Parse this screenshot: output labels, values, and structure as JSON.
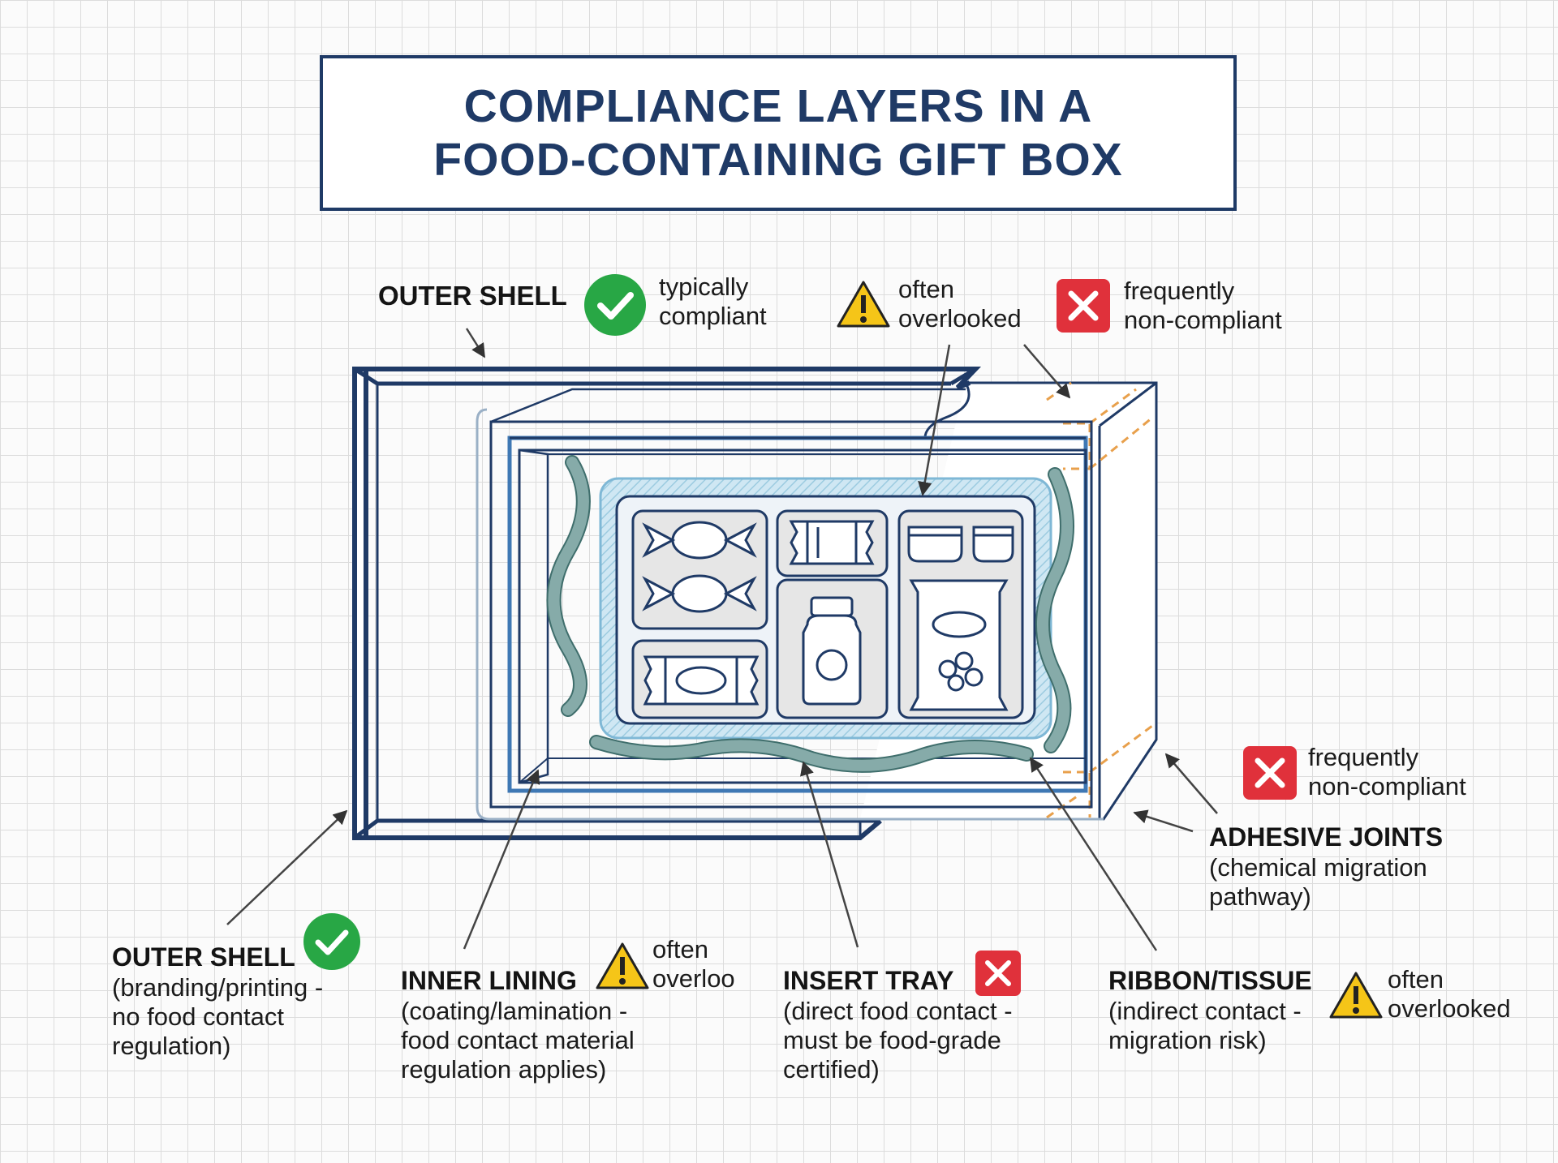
{
  "title": "COMPLIANCE LAYERS IN A\nFOOD-CONTAINING GIFT BOX",
  "legend": {
    "outer_shell_label": "OUTER SHELL",
    "compliant_text": "typically\ncompliant",
    "overlooked_text": "often\noverlooked",
    "noncompliant_text": "frequently\nnon-compliant"
  },
  "callouts": {
    "outer_shell": {
      "heading": "OUTER SHELL",
      "description": "(branding/printing -\nno food contact\nregulation)",
      "status_icon": "check-icon"
    },
    "inner_lining": {
      "heading": "INNER LINING",
      "description": "(coating/lamination -\nfood contact material\nregulation applies)",
      "status_text": "often\noverloo",
      "status_icon": "warning-icon"
    },
    "insert_tray": {
      "heading": "INSERT TRAY",
      "description": "(direct food contact -\nmust be food-grade\ncertified)",
      "status_icon": "cross-icon"
    },
    "ribbon_tissue": {
      "heading": "RIBBON/TISSUE",
      "description": "(indirect contact -\nmigration risk)",
      "status_text": "often\noverlooked",
      "status_icon": "warning-icon"
    },
    "adhesive_joints": {
      "heading": "ADHESIVE JOINTS",
      "description": "(chemical migration\npathway)",
      "status_text": "frequently\nnon-compliant",
      "status_icon": "cross-icon"
    }
  },
  "colors": {
    "navy": "#1f3a66",
    "blue": "#3f78b4",
    "green": "#28a745",
    "red": "#e0313b",
    "yellow": "#f5c518",
    "orange": "#e8a04c",
    "ribbon": "#86aba9"
  }
}
